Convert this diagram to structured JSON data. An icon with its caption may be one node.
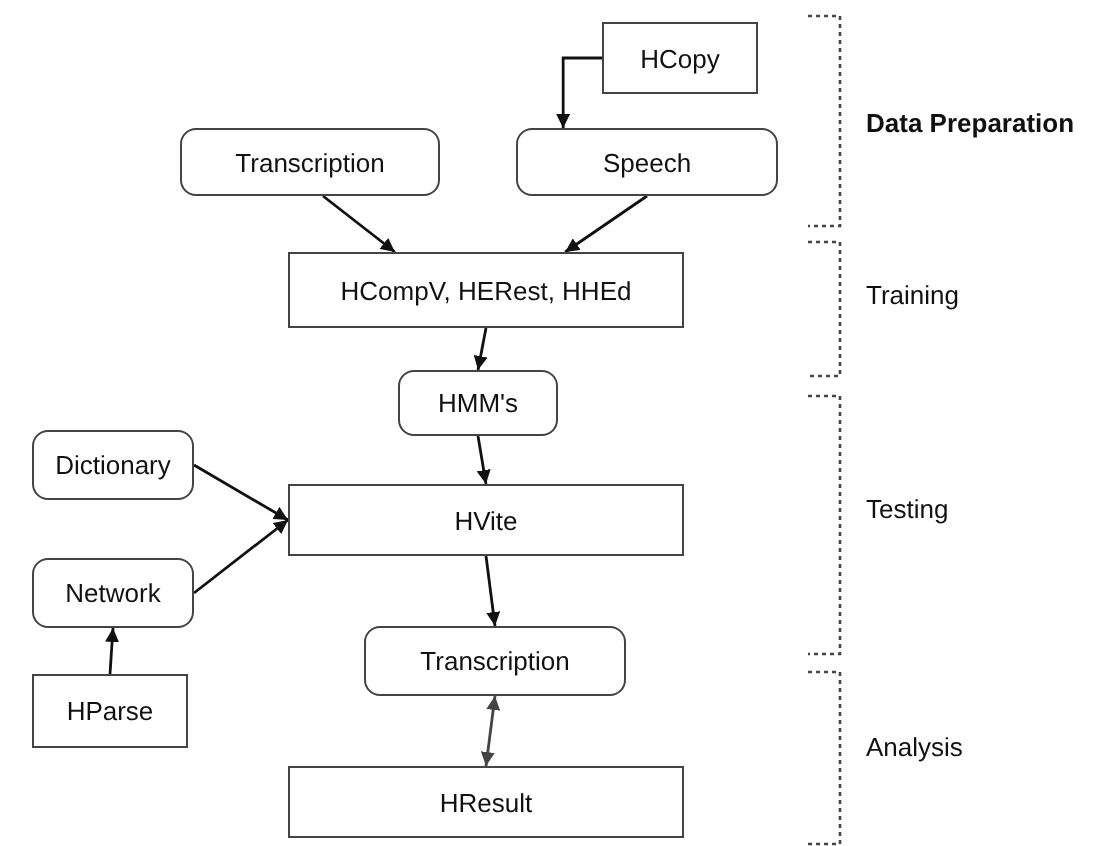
{
  "diagram": {
    "nodes": [
      {
        "text": [
          "HCopy"
        ]
      },
      {
        "text": [
          "Transcription"
        ]
      },
      {
        "text": [
          "Speech"
        ]
      },
      {
        "text": [
          "HCompV, HERest, HHEd"
        ]
      },
      {
        "text": [
          "HMM's"
        ]
      },
      {
        "text": [
          "Dictionary"
        ]
      },
      {
        "text": [
          "HVite"
        ]
      },
      {
        "text": [
          "Network"
        ]
      },
      {
        "text": [
          "Transcription"
        ]
      },
      {
        "text": [
          "HParse"
        ]
      },
      {
        "text": [
          "HResult"
        ]
      }
    ],
    "edges": [
      {
        "from": 0,
        "to": 2,
        "arrow": "to"
      },
      {
        "from": 1,
        "to": 3,
        "arrow": "to"
      },
      {
        "from": 2,
        "to": 3,
        "arrow": "to"
      },
      {
        "from": 3,
        "to": 4,
        "arrow": "to"
      },
      {
        "from": 4,
        "to": 6,
        "arrow": "to"
      },
      {
        "from": 5,
        "to": 6,
        "arrow": "to"
      },
      {
        "from": 7,
        "to": 6,
        "arrow": "to"
      },
      {
        "from": 6,
        "to": 8,
        "arrow": "to"
      },
      {
        "from": 9,
        "to": 7,
        "arrow": "to"
      },
      {
        "from": 8,
        "to": 10,
        "arrow": "both",
        "color": "#444444"
      }
    ],
    "labels": [
      "Data Preparation",
      "Training",
      "Testing",
      "Analysis"
    ]
  }
}
